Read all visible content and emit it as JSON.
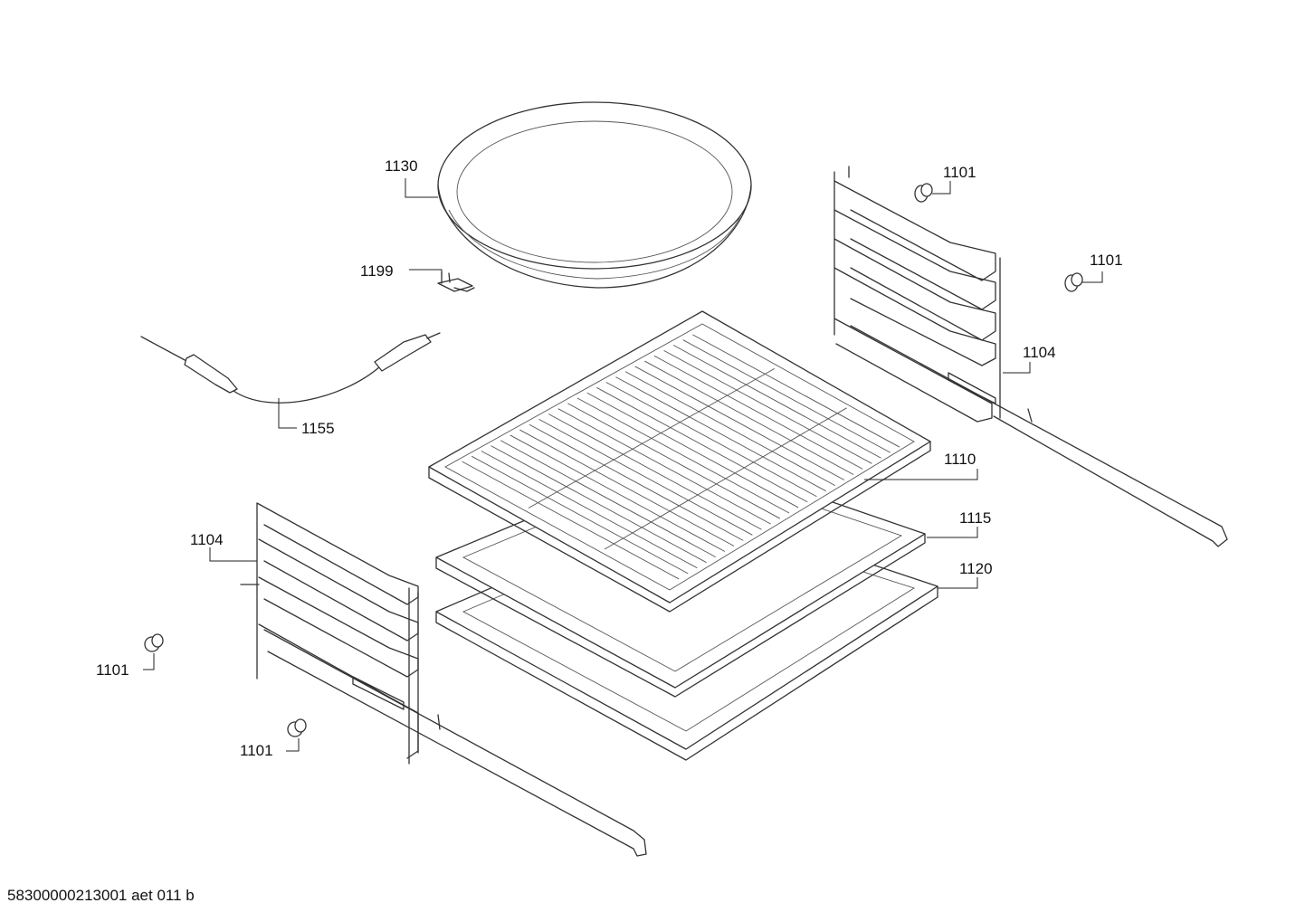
{
  "callouts": {
    "pan_round": "1130",
    "clip": "1199",
    "probe": "1155",
    "grid_rack": "1110",
    "baking_tray": "1115",
    "deep_tray": "1120",
    "rail_right": "1104",
    "rail_left": "1104",
    "screw_top_right_1": "1101",
    "screw_top_right_2": "1101",
    "screw_left_1": "1101",
    "screw_left_2": "1101"
  },
  "footer": {
    "drawing_id": "58300000213001 aet 011 b"
  }
}
